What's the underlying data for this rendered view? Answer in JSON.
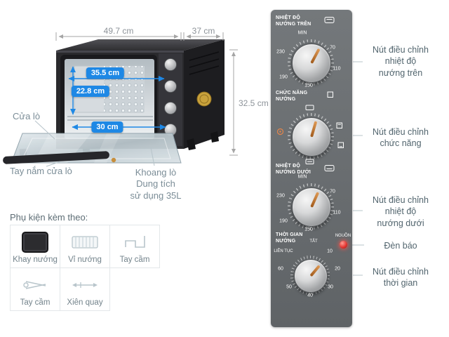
{
  "dims": {
    "width": "49.7 cm",
    "depth": "37 cm",
    "height": "32.5 cm",
    "inner_width": "35.5 cm",
    "inner_height": "22.8 cm",
    "door_width": "30 cm"
  },
  "labels": {
    "door": "Cửa lò",
    "handle": "Tay nắm cửa lò",
    "cavity": "Khoang lò\nDung tích\nsử dụng 35L"
  },
  "accessories": {
    "title": "Phụ kiện kèm theo:",
    "items": [
      "Khay nướng",
      "Vỉ nướng",
      "Tay cầm",
      "Tay cầm",
      "Xiên quay"
    ]
  },
  "panel": {
    "section1": {
      "title": "NHIỆT ĐỘ\nNƯỚNG TRÊN",
      "ticks": [
        "MIN",
        "70",
        "110",
        "150",
        "190",
        "230"
      ]
    },
    "section2": {
      "title": "CHỨC NĂNG\nNƯỚNG"
    },
    "section3": {
      "title": "NHIỆT ĐỘ\nNƯỚNG DƯỚI",
      "ticks": [
        "MIN",
        "70",
        "110",
        "150",
        "190",
        "230"
      ]
    },
    "section4": {
      "title": "THỜI GIAN\nNƯỚNG",
      "off": "TẮT",
      "power": "NGUỒN",
      "continuous": "LIÊN TỤC",
      "ticks": [
        "10",
        "20",
        "30",
        "40",
        "50",
        "60"
      ]
    }
  },
  "captions": {
    "top_temp": "Nút điều chỉnh\nnhiệt độ\nnướng trên",
    "function": "Nút điều chỉnh\nchức năng",
    "bottom_temp": "Nút điều chỉnh\nnhiệt độ\nnướng dưới",
    "lamp": "Đèn báo",
    "time": "Nút điều chỉnh\nthời gian"
  },
  "colors": {
    "accent_blue": "#1e88e5",
    "panel_gray": "#6b6f72",
    "lamp_red": "#e53935"
  }
}
